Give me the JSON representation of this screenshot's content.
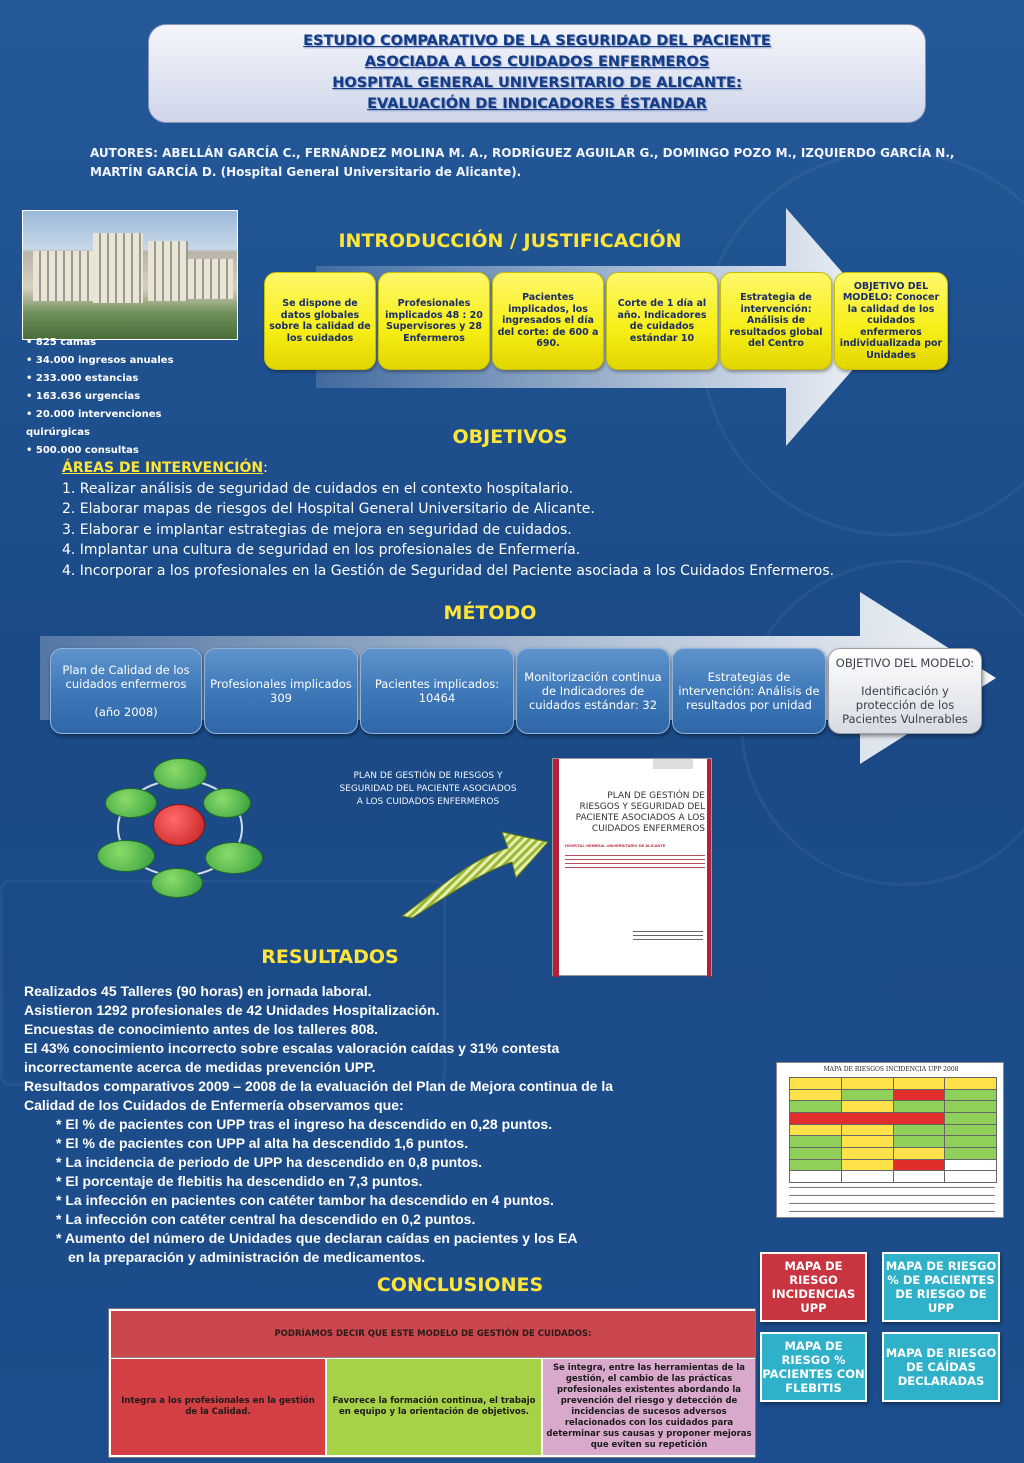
{
  "header": {
    "title_lines": [
      "ESTUDIO COMPARATIVO DE LA SEGURIDAD DEL PACIENTE",
      "ASOCIADA A LOS CUIDADOS ENFERMEROS",
      "HOSPITAL GENERAL UNIVERSITARIO DE ALICANTE:",
      "EVALUACIÓN DE INDICADORES ÉSTANDAR"
    ],
    "authors_line1": "AUTORES:  ABELLÁN GARCÍA C., FERNÁNDEZ MOLINA M. A., RODRÍGUEZ AGUILAR G., DOMINGO POZO M., IZQUIERDO GARCÍA N.,",
    "authors_line2": "MARTÍN GARCÍA D. (Hospital General Universitario de Alicante)."
  },
  "hospital_stats": [
    "825 camas",
    "34.000 ingresos anuales",
    "233.000 estancias",
    "163.636 urgencias",
    "20.000 intervenciones quirúrgicas",
    "500.000 consultas"
  ],
  "introduccion": {
    "title": "INTRODUCCIÓN / JUSTIFICACIÓN",
    "boxes": [
      "Se dispone de datos globales sobre la calidad de los cuidados",
      "Profesionales implicados 48 : 20 Supervisores y 28 Enfermeros",
      "Pacientes implicados, los ingresados el día del corte: de 600 a 690.",
      "Corte de 1 día al año. Indicadores de cuidados estándar 10",
      "Estrategia de intervención: Análisis de resultados global del Centro",
      "OBJETIVO DEL MODELO: Conocer la calidad de los cuidados enfermeros individualizada por Unidades"
    ]
  },
  "objetivos": {
    "title": "OBJETIVOS",
    "heading": "ÁREAS DE INTERVENCIÓN",
    "items": [
      "1. Realizar análisis de seguridad de cuidados en el contexto hospitalario.",
      "2. Elaborar mapas de riesgos del Hospital General Universitario de Alicante.",
      "3. Elaborar e implantar estrategias de mejora en seguridad de cuidados.",
      "4. Implantar una cultura de seguridad en los profesionales de Enfermería.",
      "4. Incorporar a los profesionales en la Gestión de Seguridad del Paciente asociada a los Cuidados Enfermeros."
    ]
  },
  "metodo": {
    "title": "MÉTODO",
    "boxes": [
      "Plan de Calidad de los cuidados enfermeros\n\n(año 2008)",
      "Profesionales implicados 309",
      "Pacientes implicados: 10464",
      "Monitorización continua de Indicadores de cuidados estándar: 32",
      "Estrategias de intervención: Análisis de resultados por unidad",
      "OBJETIVO DEL MODELO:\n\nIdentificación y protección de los Pacientes Vulnerables"
    ],
    "plan_caption": "PLAN DE GESTIÓN DE RIESGOS Y SEGURIDAD DEL PACIENTE ASOCIADOS A LOS CUIDADOS ENFERMEROS",
    "doc_title": "PLAN DE GESTIÓN DE RIESGOS Y SEGURIDAD DEL PACIENTE ASOCIADOS A LOS CUIDADOS ENFERMEROS",
    "doc_subtitle": "HOSPITAL GENERAL UNIVERSITARIO DE ALICANTE"
  },
  "resultados": {
    "title": "RESULTADOS",
    "lines": [
      "Realizados 45 Talleres (90 horas) en jornada laboral.",
      "Asistieron 1292 profesionales de 42 Unidades Hospitalización.",
      "Encuestas de conocimiento antes de los talleres 808.",
      "El 43% conocimiento incorrecto sobre escalas valoración caídas y 31% contesta",
      "incorrectamente acerca de medidas prevención UPP.",
      "Resultados comparativos 2009 – 2008 de la evaluación del Plan de Mejora continua de la",
      "Calidad de los Cuidados de Enfermería observamos que:"
    ],
    "bullets": [
      "* El % de pacientes con UPP tras el ingreso ha descendido en 0,28 puntos.",
      "* El % de pacientes con UPP al alta ha descendido 1,6 puntos.",
      "* La incidencia de periodo de UPP ha descendido en 0,8 puntos.",
      "* El porcentaje de flebitis ha descendido en 7,3 puntos.",
      "* La infección en pacientes con catéter tambor ha descendido en 4 puntos.",
      "* La infección con catéter central ha descendido en 0,2 puntos.",
      "* Aumento del número de Unidades que declaran caídas en pacientes y los  EA"
    ],
    "bullet_cont": "en la preparación y administración de medicamentos.",
    "map_title": "MAPA DE RIESGOS  INCIDENCIA  UPP 2008"
  },
  "map_tiles": [
    "MAPA DE RIESGO INCIDENCIAS UPP",
    "MAPA DE RIESGO % DE PACIENTES DE RIESGO DE UPP",
    "MAPA DE RIESGO % PACIENTES CON FLEBITIS",
    "MAPA DE RIESGO DE CAÍDAS DECLARADAS"
  ],
  "conclusiones": {
    "title": "CONCLUSIONES",
    "header": "PODRÍAMOS DECIR QUE ESTE MODELO DE GESTIÓN DE CUIDADOS:",
    "cells": [
      "Integra a los profesionales en la gestión de la Calidad.",
      "Favorece la formación continua, el trabajo en equipo y la orientación de objetivos.",
      "Se integra, entre las herramientas de la gestión, el cambio de las prácticas profesionales existentes abordando la prevención del riesgo y detección de incidencias de sucesos adversos relacionados con los cuidados para determinar sus causas y proponer mejoras que eviten su repetición"
    ]
  },
  "colors": {
    "background": "#1d4f8f",
    "accent_yellow": "#ffe53a",
    "box_yellow": "#f6ee14",
    "box_blue": "#3d77b8",
    "tile_red": "#c8343f",
    "tile_teal": "#2fb1c9"
  }
}
